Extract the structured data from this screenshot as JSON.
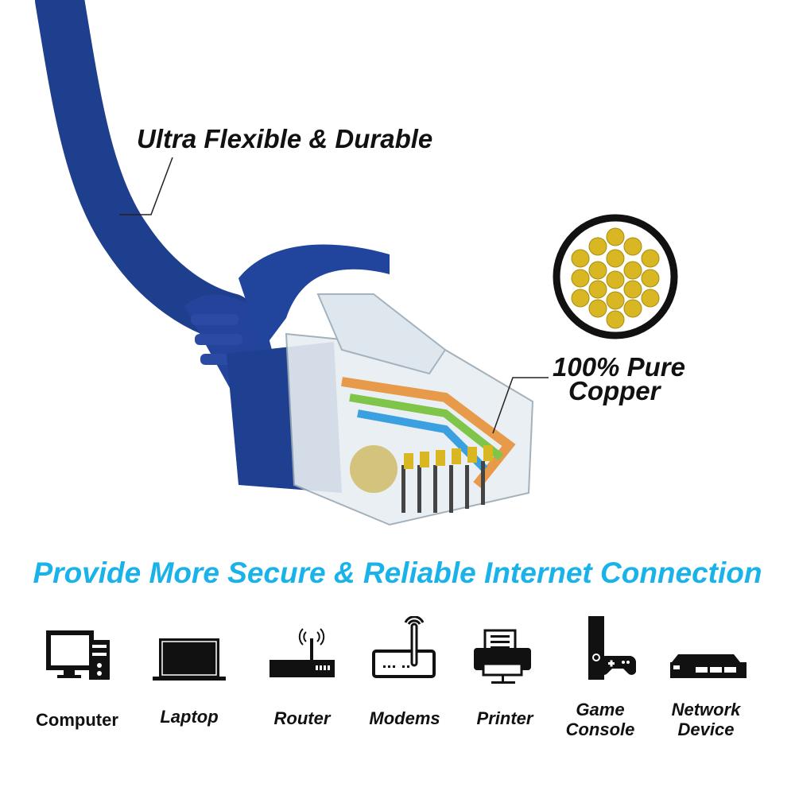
{
  "callouts": {
    "flexible": "Ultra Flexible & Durable",
    "copper_line1": "100% Pure",
    "copper_line2": "Copper"
  },
  "headline": "Provide More Secure & Reliable Internet Connection",
  "devices": [
    {
      "label": "Computer",
      "icon": "computer-icon"
    },
    {
      "label": "Laptop",
      "icon": "laptop-icon"
    },
    {
      "label": "Router",
      "icon": "router-icon"
    },
    {
      "label": "Modems",
      "icon": "modem-icon"
    },
    {
      "label": "Printer",
      "icon": "printer-icon"
    },
    {
      "label_line1": "Game",
      "label_line2": "Console",
      "icon": "game-console-icon"
    },
    {
      "label_line1": "Network",
      "label_line2": "Device",
      "icon": "network-device-icon"
    }
  ],
  "colors": {
    "cable": "#1e3e8e",
    "headline": "#19b3ea",
    "copper": "#d9b722"
  }
}
